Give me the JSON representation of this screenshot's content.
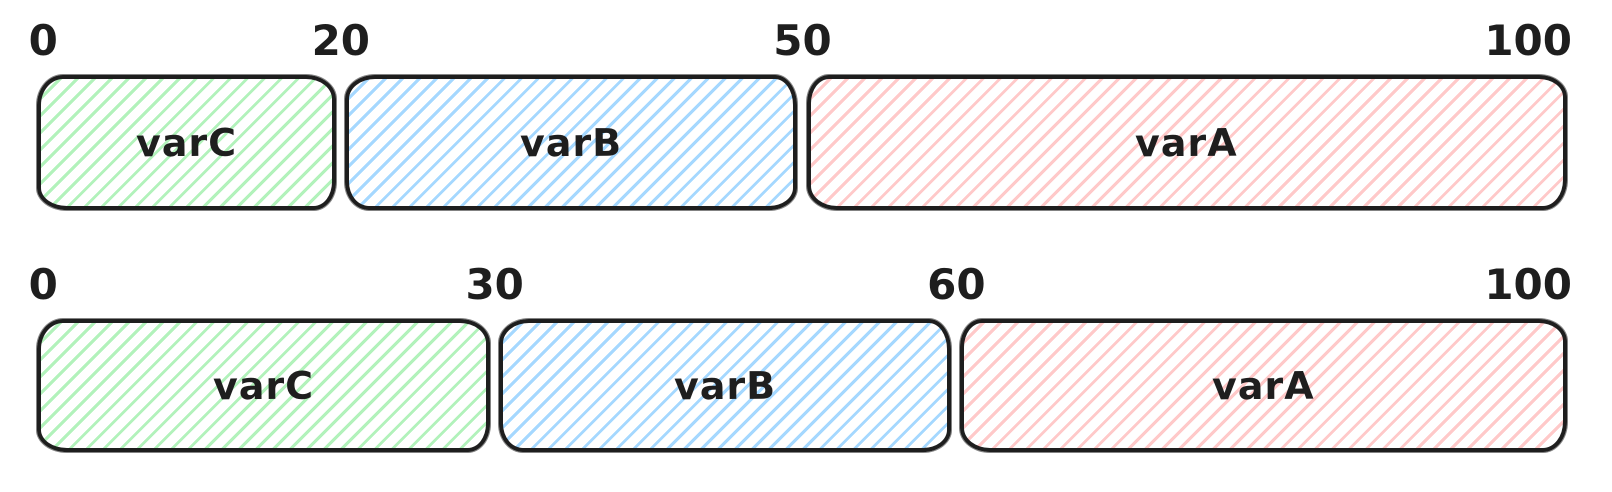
{
  "colors": {
    "stroke": "#1e1e1e",
    "background": "#ffffff",
    "green_hatch": "#b2f2bb",
    "blue_hatch": "#a5d8ff",
    "red_hatch": "#ffc9c9"
  },
  "chart_data": {
    "type": "bar",
    "orientation": "horizontal",
    "style": "hand-drawn hachure",
    "axis_range": [
      0,
      100
    ],
    "rows": [
      {
        "tick_labels": [
          "0",
          "20",
          "50",
          "100"
        ],
        "tick_values": [
          0,
          20,
          50,
          100
        ],
        "segments": [
          {
            "label": "varC",
            "start": 0,
            "end": 20,
            "color": "#b2f2bb"
          },
          {
            "label": "varB",
            "start": 20,
            "end": 50,
            "color": "#a5d8ff"
          },
          {
            "label": "varA",
            "start": 50,
            "end": 100,
            "color": "#ffc9c9"
          }
        ]
      },
      {
        "tick_labels": [
          "0",
          "30",
          "60",
          "100"
        ],
        "tick_values": [
          0,
          30,
          60,
          100
        ],
        "segments": [
          {
            "label": "varC",
            "start": 0,
            "end": 30,
            "color": "#b2f2bb"
          },
          {
            "label": "varB",
            "start": 30,
            "end": 60,
            "color": "#a5d8ff"
          },
          {
            "label": "varA",
            "start": 60,
            "end": 100,
            "color": "#ffc9c9"
          }
        ]
      }
    ]
  }
}
